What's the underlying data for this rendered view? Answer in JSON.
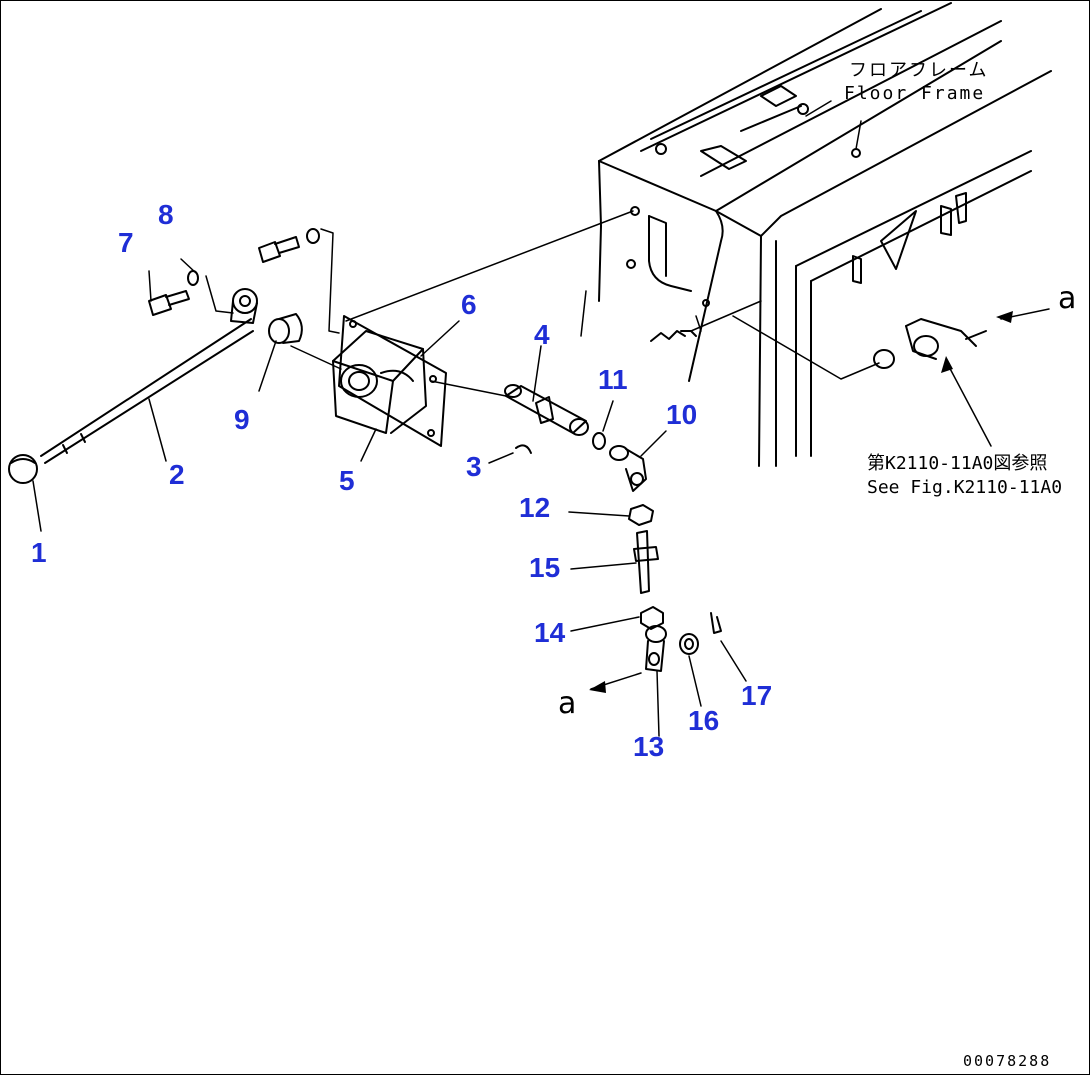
{
  "colors": {
    "callout": "#1f2ed6",
    "ink": "#000000"
  },
  "callouts": [
    "1",
    "2",
    "3",
    "4",
    "5",
    "6",
    "7",
    "8",
    "9",
    "10",
    "11",
    "12",
    "13",
    "14",
    "15",
    "16",
    "17"
  ],
  "labels": {
    "floor_frame_jp": "フロアフレーム",
    "floor_frame_en": "Floor Frame",
    "see_fig_jp": "第K2110-11A0図参照",
    "see_fig_en": "See Fig.K2110-11A0",
    "ref_a_top": "a",
    "ref_a_bottom": "a",
    "drawing_number": "00078288"
  }
}
